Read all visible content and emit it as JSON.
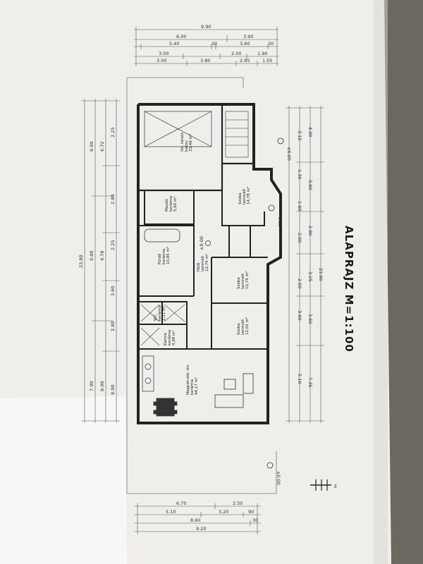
{
  "title": "ALAPRAJZ M=1:100",
  "top_dimensions": {
    "total": "9.90",
    "row1": [
      "6.00",
      "3.90"
    ],
    "row2": [
      "5.40",
      "30",
      "3.60",
      "30"
    ],
    "row3": [
      "3.00",
      "2.00",
      "1.90"
    ],
    "row4": [
      "3.00",
      "3.80",
      "2.85",
      "1.05"
    ]
  },
  "bottom_dimensions": {
    "row1": [
      "6.70",
      "2.50"
    ],
    "row2": [
      "5.10",
      "3.20",
      "90"
    ],
    "row3": [
      "8.60",
      "30"
    ],
    "total": "9.20"
  },
  "left_dimensions": {
    "overall": "23.80",
    "outer": [
      "6.90",
      "9.00",
      "7.90"
    ],
    "mid": [
      "6.72",
      "4.78",
      "8.90"
    ],
    "inner": [
      "2.25",
      "2.80",
      "2.25",
      "3.60",
      "2.80",
      "8.00"
    ]
  },
  "right_dimensions": {
    "overall": "23.80",
    "outer": [
      "4.90",
      "3.80",
      "2.80",
      "3.25",
      "3.60",
      "7.35"
    ],
    "inner": [
      "3.15",
      "1.30",
      "1.80",
      "2.00",
      "2.00",
      "3.60",
      "5.10"
    ]
  },
  "rooms": [
    {
      "name": "Gk. tároló",
      "sub": "beton",
      "area": "33,48 m²"
    },
    {
      "name": "Szoba",
      "sub": "laminált",
      "area": "14,78 m²"
    },
    {
      "name": "Mosdó",
      "sub": "kerámia",
      "area": "5,60 m²"
    },
    {
      "name": "Fürdő",
      "sub": "kerámia",
      "area": "10,85 m²"
    },
    {
      "name": "Háló",
      "sub": "laminált",
      "area": "12,74 m²"
    },
    {
      "name": "Szoba",
      "sub": "laminált",
      "area": "12,74 m²"
    },
    {
      "name": "Szoba",
      "sub": "laminált",
      "area": "12,02 m²"
    },
    {
      "name": "WC",
      "sub": "kerámia",
      "area": "2,11 m²"
    },
    {
      "name": "Kamra",
      "sub": "kerámia",
      "area": "4,98 m²"
    },
    {
      "name": "Nappali-étk.-kn.",
      "sub": "kerámia",
      "area": "44,17 m²"
    }
  ],
  "levels": [
    "±0.00",
    "-0.15",
    "±0.00",
    "±0.00"
  ],
  "north_label": "É"
}
